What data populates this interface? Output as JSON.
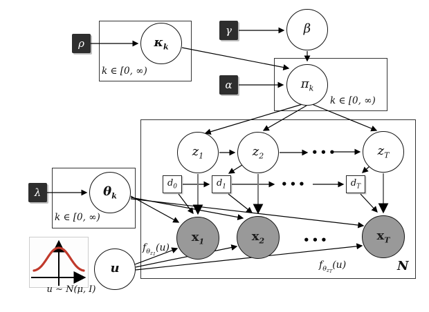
{
  "diagram_type": "bayesian-graphical-model-plate-notation",
  "params": {
    "rho": "ρ",
    "gamma": "γ",
    "alpha": "α",
    "lambda": "λ"
  },
  "nodes": {
    "kappa": {
      "base": "κ",
      "sub": "k"
    },
    "beta": {
      "base": "β",
      "sub": ""
    },
    "pi": {
      "base": "π",
      "sub": "k"
    },
    "theta": {
      "base": "θ",
      "sub": "k"
    },
    "u": {
      "base": "u",
      "sub": ""
    },
    "z1": {
      "base": "z",
      "sub": "1"
    },
    "z2": {
      "base": "z",
      "sub": "2"
    },
    "zT": {
      "base": "z",
      "sub": "T"
    },
    "x1": {
      "base": "x",
      "sub": "1"
    },
    "x2": {
      "base": "x",
      "sub": "2"
    },
    "xT": {
      "base": "x",
      "sub": "T"
    },
    "d0": {
      "base": "d",
      "sub": "0"
    },
    "d1": {
      "base": "d",
      "sub": "1"
    },
    "dT": {
      "base": "d",
      "sub": "T"
    }
  },
  "plates": {
    "kappa_plate_label": "k ∈ [0, ∞)",
    "pi_plate_label": "k ∈ [0, ∞)",
    "theta_plate_label": "k ∈ [0, ∞)",
    "sequence_plate_label": "N"
  },
  "ellipsis": {
    "z_row": "•••",
    "d_row": "•••",
    "x_row": "•••"
  },
  "emission_labels": {
    "x1": {
      "f": "f",
      "theta": "θ",
      "z": "z",
      "idx": "1",
      "arg": "(u)"
    },
    "xT": {
      "f": "f",
      "theta": "θ",
      "z": "z",
      "idx": "T",
      "arg": "(u)"
    }
  },
  "inset": {
    "caption": "u ∼ N(μ, I)"
  },
  "colors": {
    "observed_fill": "#999999",
    "param_box": "#2e2e2e",
    "curve_red": "#c0392b",
    "edge": "#000000",
    "state_emission_edge": "#7a7a7a"
  }
}
